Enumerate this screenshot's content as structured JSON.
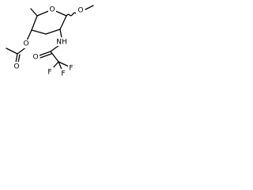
{
  "structure": {
    "atoms": {
      "ring_oxygen": "O",
      "methoxy_oxygen": "O",
      "ester_oxygen": "O",
      "ester_carbonyl_oxygen": "O",
      "amide_nitrogen": "NH",
      "amide_carbonyl_oxygen": "O",
      "fluorine_1": "F",
      "fluorine_2": "F",
      "fluorine_3": "F"
    }
  }
}
